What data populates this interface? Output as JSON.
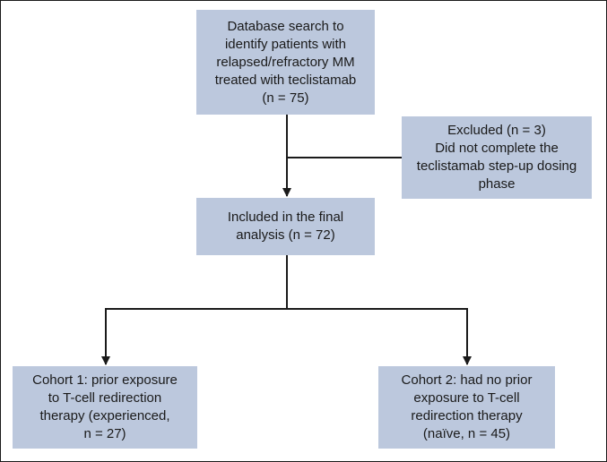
{
  "nodes": {
    "search": {
      "lines": [
        "Database search to",
        "identify patients with",
        "relapsed/refractory MM",
        "treated with teclistamab",
        "(n = 75)"
      ]
    },
    "excluded": {
      "lines": [
        "Excluded (n = 3)",
        "Did not complete the",
        "teclistamab step-up dosing",
        "phase"
      ]
    },
    "included": {
      "lines": [
        "Included in the final",
        "analysis (n = 72)"
      ]
    },
    "cohort1": {
      "lines": [
        "Cohort 1: prior exposure",
        "to T-cell redirection",
        "therapy (experienced,",
        "n = 27)"
      ]
    },
    "cohort2": {
      "lines": [
        "Cohort 2: had no prior",
        "exposure to T-cell",
        "redirection therapy",
        "(naïve, n = 45)"
      ]
    }
  },
  "colors": {
    "box_fill": "#bcc8dd",
    "line": "#1a1a1a",
    "text": "#1a1a1a"
  }
}
